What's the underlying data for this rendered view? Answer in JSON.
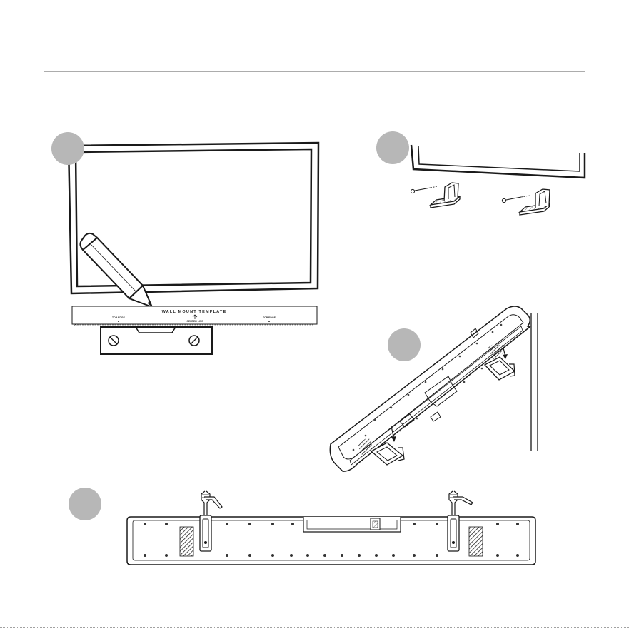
{
  "colors": {
    "stroke": "#1a1a1a",
    "step_badge": "#b7b7b7",
    "divider": "#5a5a5a",
    "hatch": "#222222"
  },
  "template": {
    "title": "WALL MOUNT TEMPLATE",
    "left_mark": "TOP EDGE",
    "center_mark": "CENTER LINE",
    "right_mark": "TOP EDGE"
  },
  "icons": {
    "pencil": "pencil-icon",
    "level": "spirit-level-icon",
    "screw": "screw-icon",
    "bracket": "bracket-icon",
    "hex_key": "hex-key-icon"
  }
}
